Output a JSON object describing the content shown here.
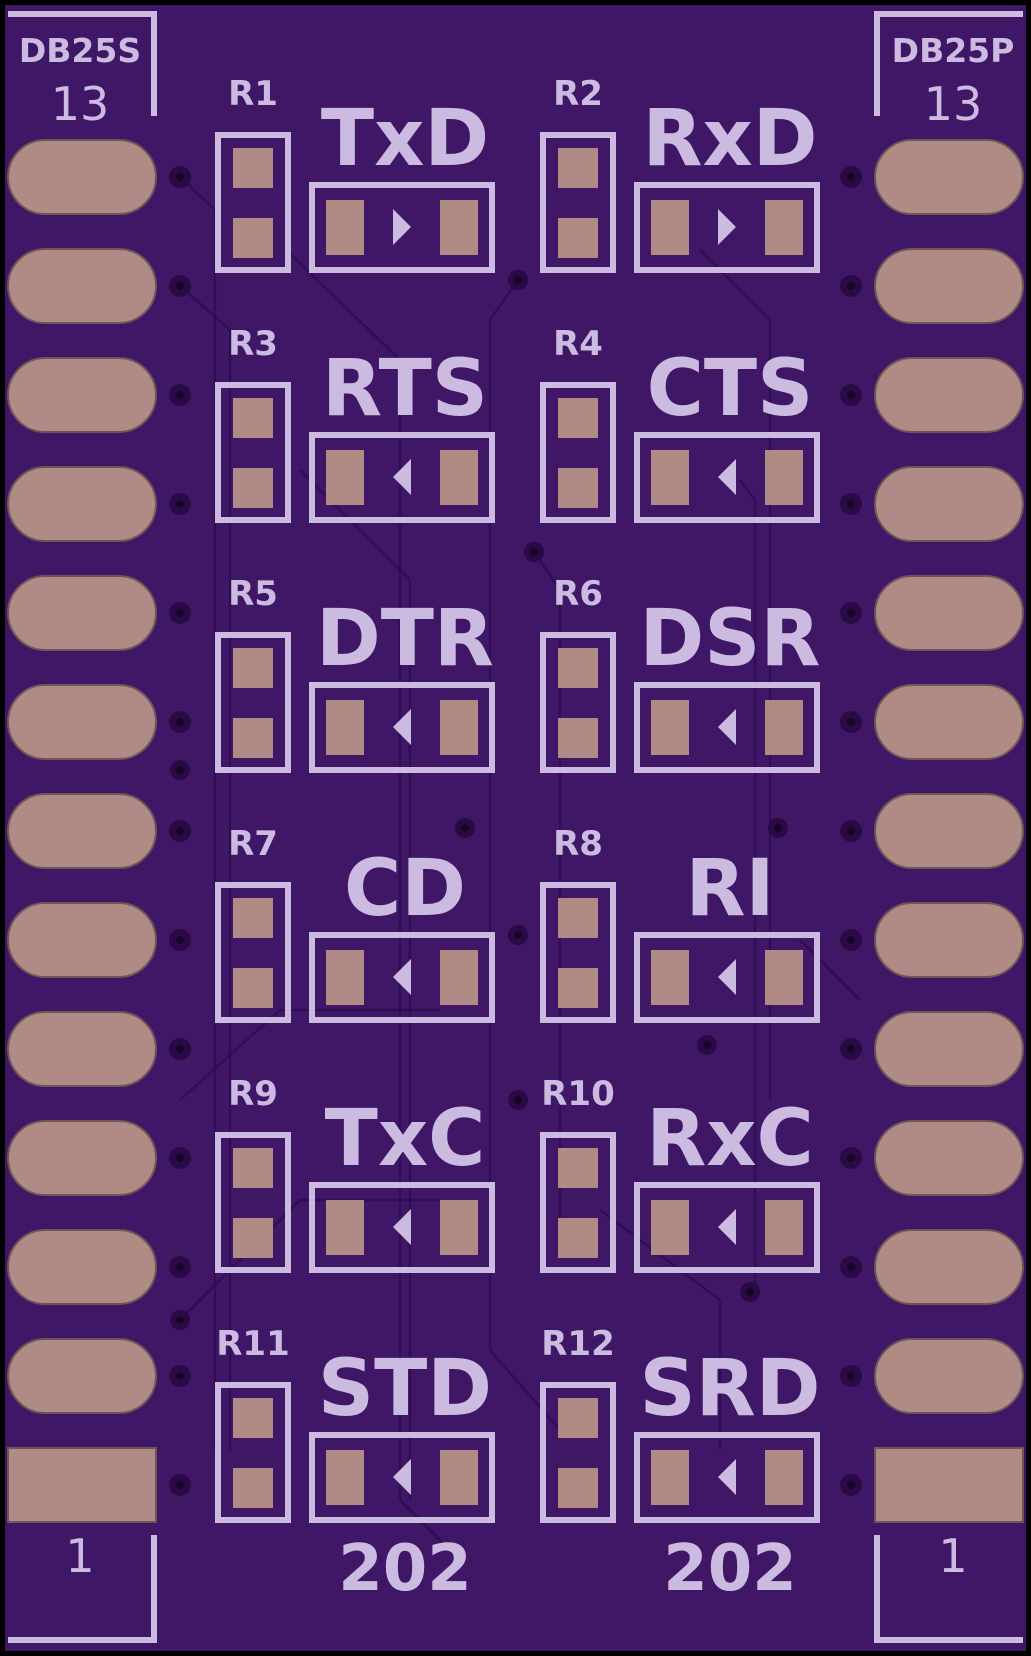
{
  "connectors": {
    "left": {
      "name": "DB25S",
      "top_pin": "13",
      "bottom_pin": "1"
    },
    "right": {
      "name": "DB25P",
      "top_pin": "13",
      "bottom_pin": "1"
    }
  },
  "resistors": [
    {
      "ref": "R1",
      "signal": "TxD",
      "direction": "right"
    },
    {
      "ref": "R2",
      "signal": "RxD",
      "direction": "right"
    },
    {
      "ref": "R3",
      "signal": "RTS",
      "direction": "left"
    },
    {
      "ref": "R4",
      "signal": "CTS",
      "direction": "left"
    },
    {
      "ref": "R5",
      "signal": "DTR",
      "direction": "left"
    },
    {
      "ref": "R6",
      "signal": "DSR",
      "direction": "left"
    },
    {
      "ref": "R7",
      "signal": "CD",
      "direction": "left"
    },
    {
      "ref": "R8",
      "signal": "RI",
      "direction": "left"
    },
    {
      "ref": "R9",
      "signal": "TxC",
      "direction": "left"
    },
    {
      "ref": "R10",
      "signal": "RxC",
      "direction": "left"
    },
    {
      "ref": "R11",
      "signal": "STD",
      "direction": "left"
    },
    {
      "ref": "R12",
      "signal": "SRD",
      "direction": "left"
    }
  ],
  "footer": {
    "left": "202",
    "right": "202"
  },
  "colors": {
    "board": "#3f1766",
    "silkscreen": "#cbbbe0",
    "copper_pad": "#b08a84",
    "outline": "#000000"
  }
}
